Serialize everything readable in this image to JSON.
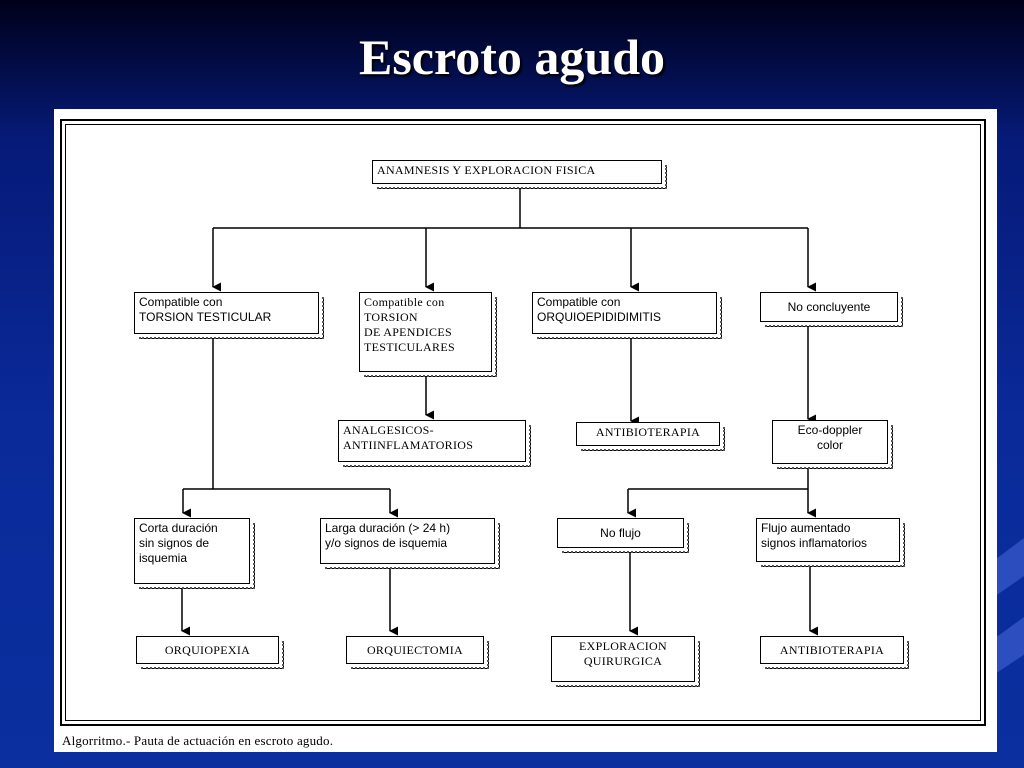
{
  "slide": {
    "title": "Escroto agudo"
  },
  "figure": {
    "caption": "Algorritmo.- Pauta de actuación en escroto agudo."
  },
  "nodes": {
    "root": "ANAMNESIS Y EXPLORACION FISICA",
    "torsion_testicular": "Compatible con\nTORSION TESTICULAR",
    "torsion_apendices": "Compatible con\nTORSION\nDE APENDICES\nTESTICULARES",
    "orquiepididimitis": "Compatible con\nORQUIOEPIDIDIMITIS",
    "no_concluyente": "No concluyente",
    "analgesicos": "ANALGESICOS-\nANTIINFLAMATORIOS",
    "antibioterapia_1": "ANTIBIOTERAPIA",
    "eco_doppler": "Eco-doppler\ncolor",
    "corta_duracion": "Corta duración\nsin signos de\nisquemia",
    "larga_duracion": "Larga duración (> 24 h)\ny/o signos de isquemia",
    "no_flujo": "No flujo",
    "flujo_aumentado": "Flujo aumentado\nsignos inflamatorios",
    "orquiopexia": "ORQUIOPEXIA",
    "orquiectomia": "ORQUIECTOMIA",
    "exploracion_quirurgica": "EXPLORACION\nQUIRURGICA",
    "antibioterapia_2": "ANTIBIOTERAPIA"
  }
}
